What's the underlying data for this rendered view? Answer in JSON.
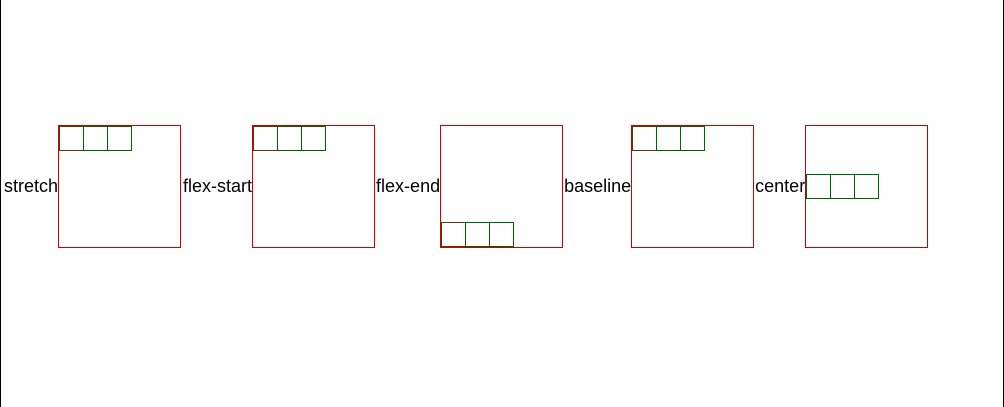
{
  "groups": [
    {
      "label": "stretch",
      "align": "start"
    },
    {
      "label": "flex-start",
      "align": "start"
    },
    {
      "label": "flex-end",
      "align": "end"
    },
    {
      "label": "baseline",
      "align": "start"
    },
    {
      "label": "center",
      "align": "center"
    }
  ],
  "colors": {
    "container_border": "#cc0000",
    "item_border": "#006400",
    "frame": "#000000"
  }
}
